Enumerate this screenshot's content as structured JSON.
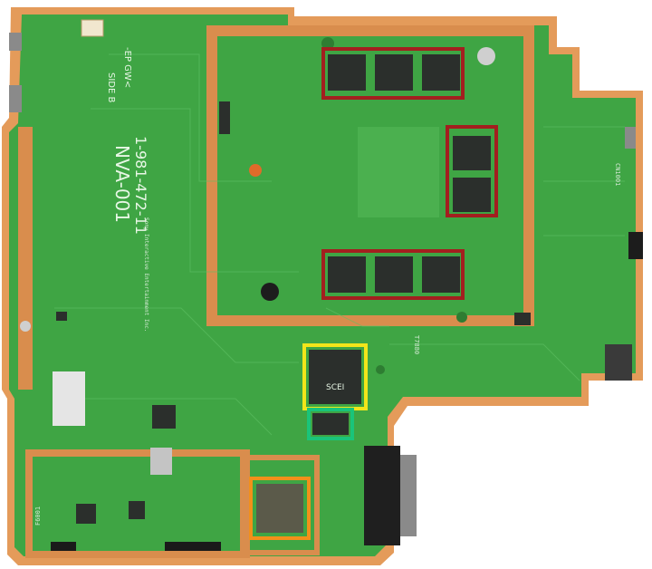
{
  "board": {
    "part_number": "1-981-472-11",
    "model": "NVA-001",
    "side": "SIDE B",
    "marking": "-EP GW<",
    "maker": "Sony Interactive Entertainment Inc."
  },
  "labels": {
    "soc_mark": "SCEI",
    "connector_ref": "F6001",
    "t_ref": "T7880",
    "c_ref": "CN1001"
  },
  "highlights": [
    {
      "name": "memory-chips",
      "color": "#a31f1f"
    },
    {
      "name": "controller-chip",
      "color": "#f2e51a"
    },
    {
      "name": "flash-chip",
      "color": "#1ac47a"
    },
    {
      "name": "power-chip",
      "color": "#f2901a"
    }
  ]
}
